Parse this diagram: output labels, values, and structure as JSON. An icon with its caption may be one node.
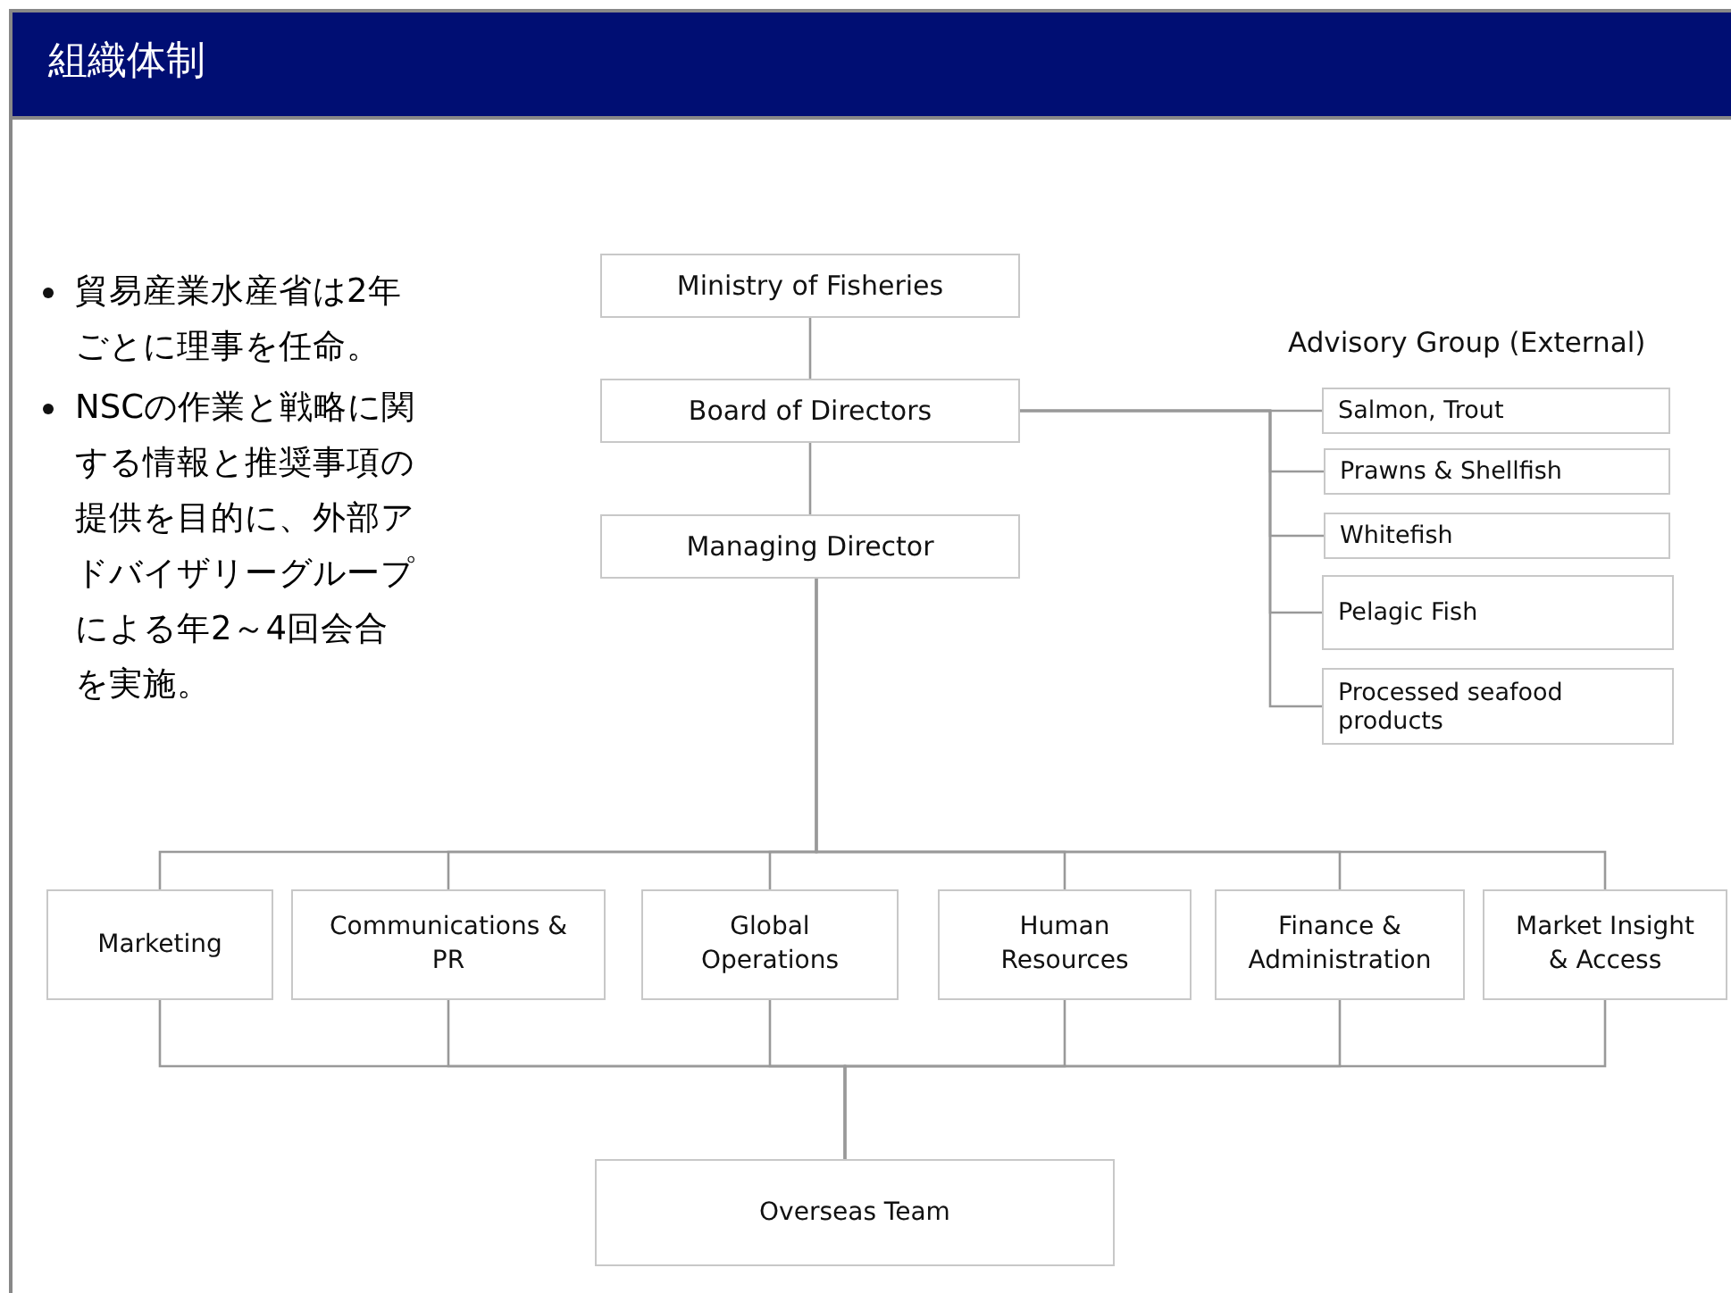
{
  "diagram": {
    "title": "組織体制",
    "nodes": [
      {
        "text": [
          "Ministry of Fisheries"
        ]
      },
      {
        "text": [
          "Board of Directors"
        ]
      },
      {
        "text": [
          "Managing Director"
        ]
      },
      {
        "text": [
          "Salmon, Trout"
        ]
      },
      {
        "text": [
          "Prawns & Shellfish"
        ]
      },
      {
        "text": [
          "Whitefish"
        ]
      },
      {
        "text": [
          "Pelagic Fish"
        ]
      },
      {
        "text": [
          "Processed seafood products"
        ]
      },
      {
        "text": [
          "Marketing"
        ]
      },
      {
        "text": [
          "Communications & PR"
        ]
      },
      {
        "text": [
          "Global Operations"
        ]
      },
      {
        "text": [
          "Human Resources"
        ]
      },
      {
        "text": [
          "Finance & Administration"
        ]
      },
      {
        "text": [
          "Market Insight & Access"
        ]
      },
      {
        "text": [
          "Overseas Team"
        ]
      }
    ],
    "edges": [
      {
        "from": 0,
        "to": 1,
        "arrow": "none"
      },
      {
        "from": 1,
        "to": 2,
        "arrow": "none"
      },
      {
        "from": 1,
        "to": 3,
        "arrow": "none"
      },
      {
        "from": 1,
        "to": 4,
        "arrow": "none"
      },
      {
        "from": 1,
        "to": 5,
        "arrow": "none"
      },
      {
        "from": 1,
        "to": 6,
        "arrow": "none"
      },
      {
        "from": 1,
        "to": 7,
        "arrow": "none"
      },
      {
        "from": 2,
        "to": 8,
        "arrow": "none"
      },
      {
        "from": 2,
        "to": 9,
        "arrow": "none"
      },
      {
        "from": 2,
        "to": 10,
        "arrow": "none"
      },
      {
        "from": 2,
        "to": 11,
        "arrow": "none"
      },
      {
        "from": 2,
        "to": 12,
        "arrow": "none"
      },
      {
        "from": 2,
        "to": 13,
        "arrow": "none"
      },
      {
        "from": 8,
        "to": 14,
        "arrow": "none"
      },
      {
        "from": 9,
        "to": 14,
        "arrow": "none"
      },
      {
        "from": 10,
        "to": 14,
        "arrow": "none"
      },
      {
        "from": 11,
        "to": 14,
        "arrow": "none"
      },
      {
        "from": 12,
        "to": 14,
        "arrow": "none"
      },
      {
        "from": 13,
        "to": 14,
        "arrow": "none"
      }
    ],
    "labels": [
      "Advisory Group (External)",
      "貿易産業水産省は2年ごとに理事を任命。",
      "NSCの作業と戦略に関する情報と推奨事項の提供を目的に、外部アドバイザリーグループによる年2～4回会合を実施。"
    ]
  }
}
